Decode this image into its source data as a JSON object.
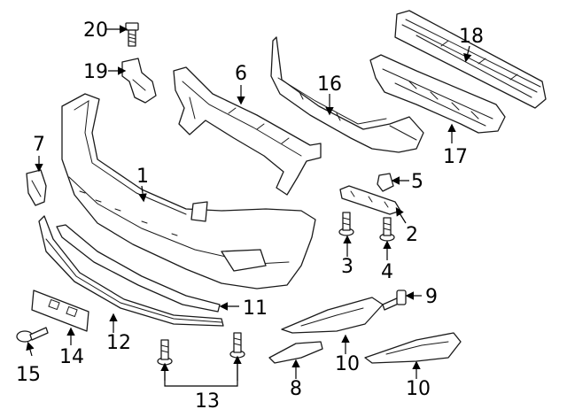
{
  "callouts": {
    "c1": "1",
    "c2": "2",
    "c3": "3",
    "c4": "4",
    "c5": "5",
    "c6": "6",
    "c7": "7",
    "c8": "8",
    "c9": "9",
    "c10a": "10",
    "c10b": "10",
    "c11": "11",
    "c12": "12",
    "c13": "13",
    "c14": "14",
    "c15": "15",
    "c16": "16",
    "c17": "17",
    "c18": "18",
    "c19": "19",
    "c20": "20"
  },
  "colors": {
    "line": "#1a1a1a",
    "background": "#ffffff"
  }
}
